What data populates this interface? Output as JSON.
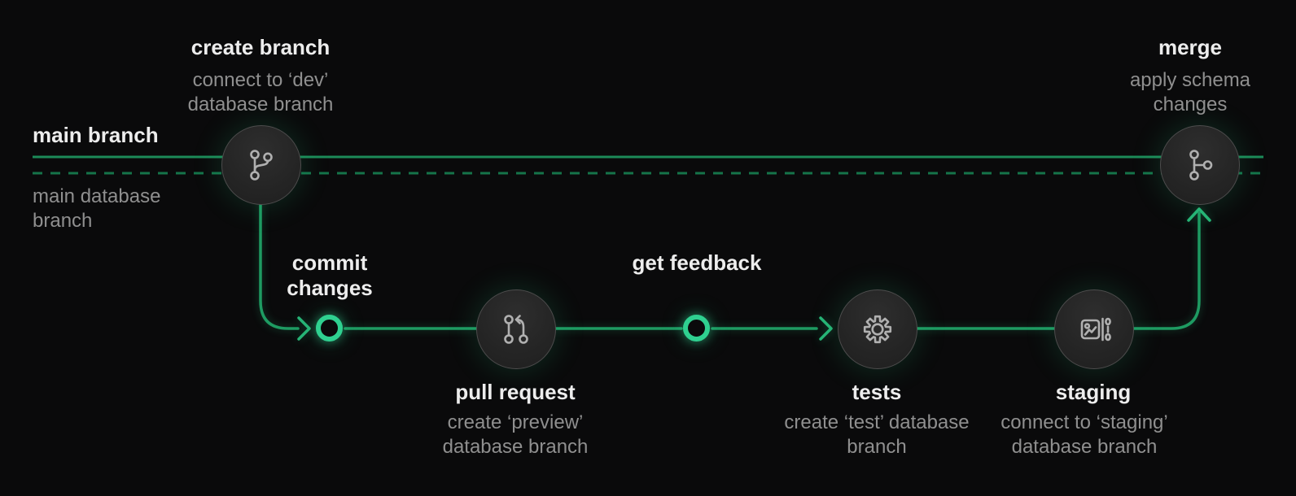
{
  "diagram": {
    "main_lane": {
      "branch_label": "main branch",
      "database_label": "main database branch"
    },
    "nodes": {
      "create_branch": {
        "title": "create branch",
        "subtitle": "connect to ‘dev’ database branch",
        "icon": "git-branch-icon"
      },
      "commit": {
        "title": "commit changes",
        "icon": "commit-ring"
      },
      "pull_request": {
        "title": "pull request",
        "subtitle": "create ‘preview’ database branch",
        "icon": "git-pull-request-icon"
      },
      "get_feedback": {
        "title": "get feedback",
        "icon": "feedback-ring"
      },
      "tests": {
        "title": "tests",
        "subtitle": "create ‘test’ database branch",
        "icon": "gear-icon"
      },
      "staging": {
        "title": "staging",
        "subtitle": "connect to ‘staging’ database branch",
        "icon": "data-staging-icon"
      },
      "merge": {
        "title": "merge",
        "subtitle": "apply schema changes",
        "icon": "git-merge-icon"
      }
    },
    "colors": {
      "background": "#0a0a0b",
      "main_line_solid": "#1c8a58",
      "main_line_dashed": "#15744a",
      "workflow_line": "#1e9b62",
      "arrow_accent": "#27b476",
      "bright_ring": "#2fd090",
      "node_fill": "#262626",
      "node_border": "#4d4d4d",
      "icon_stroke": "#b0b0b0",
      "title_text": "#ededed",
      "subtitle_text": "#8f8f8f"
    }
  }
}
